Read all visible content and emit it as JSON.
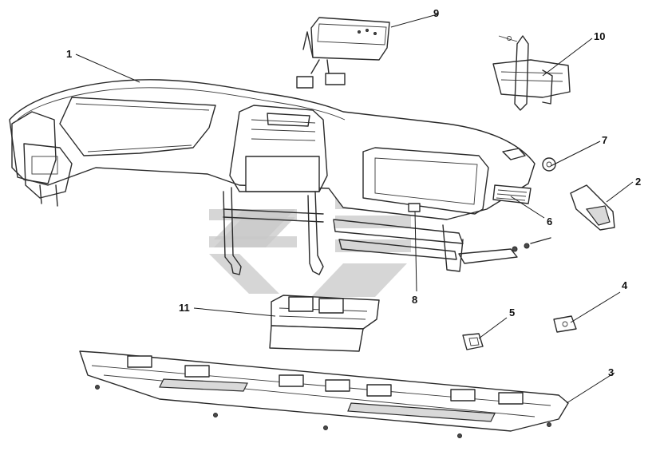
{
  "diagram": {
    "callouts": [
      {
        "id": "c1",
        "text": "1"
      },
      {
        "id": "c2",
        "text": "2"
      },
      {
        "id": "c3",
        "text": "3"
      },
      {
        "id": "c4",
        "text": "4"
      },
      {
        "id": "c5",
        "text": "5"
      },
      {
        "id": "c6",
        "text": "6"
      },
      {
        "id": "c7",
        "text": "7"
      },
      {
        "id": "c8",
        "text": "8"
      },
      {
        "id": "c9",
        "text": "9"
      },
      {
        "id": "c10",
        "text": "10"
      },
      {
        "id": "c11",
        "text": "11"
      }
    ],
    "colors": {
      "line": "#2a2a2a",
      "watermark": "#c8c8c8",
      "background": "#ffffff"
    }
  }
}
